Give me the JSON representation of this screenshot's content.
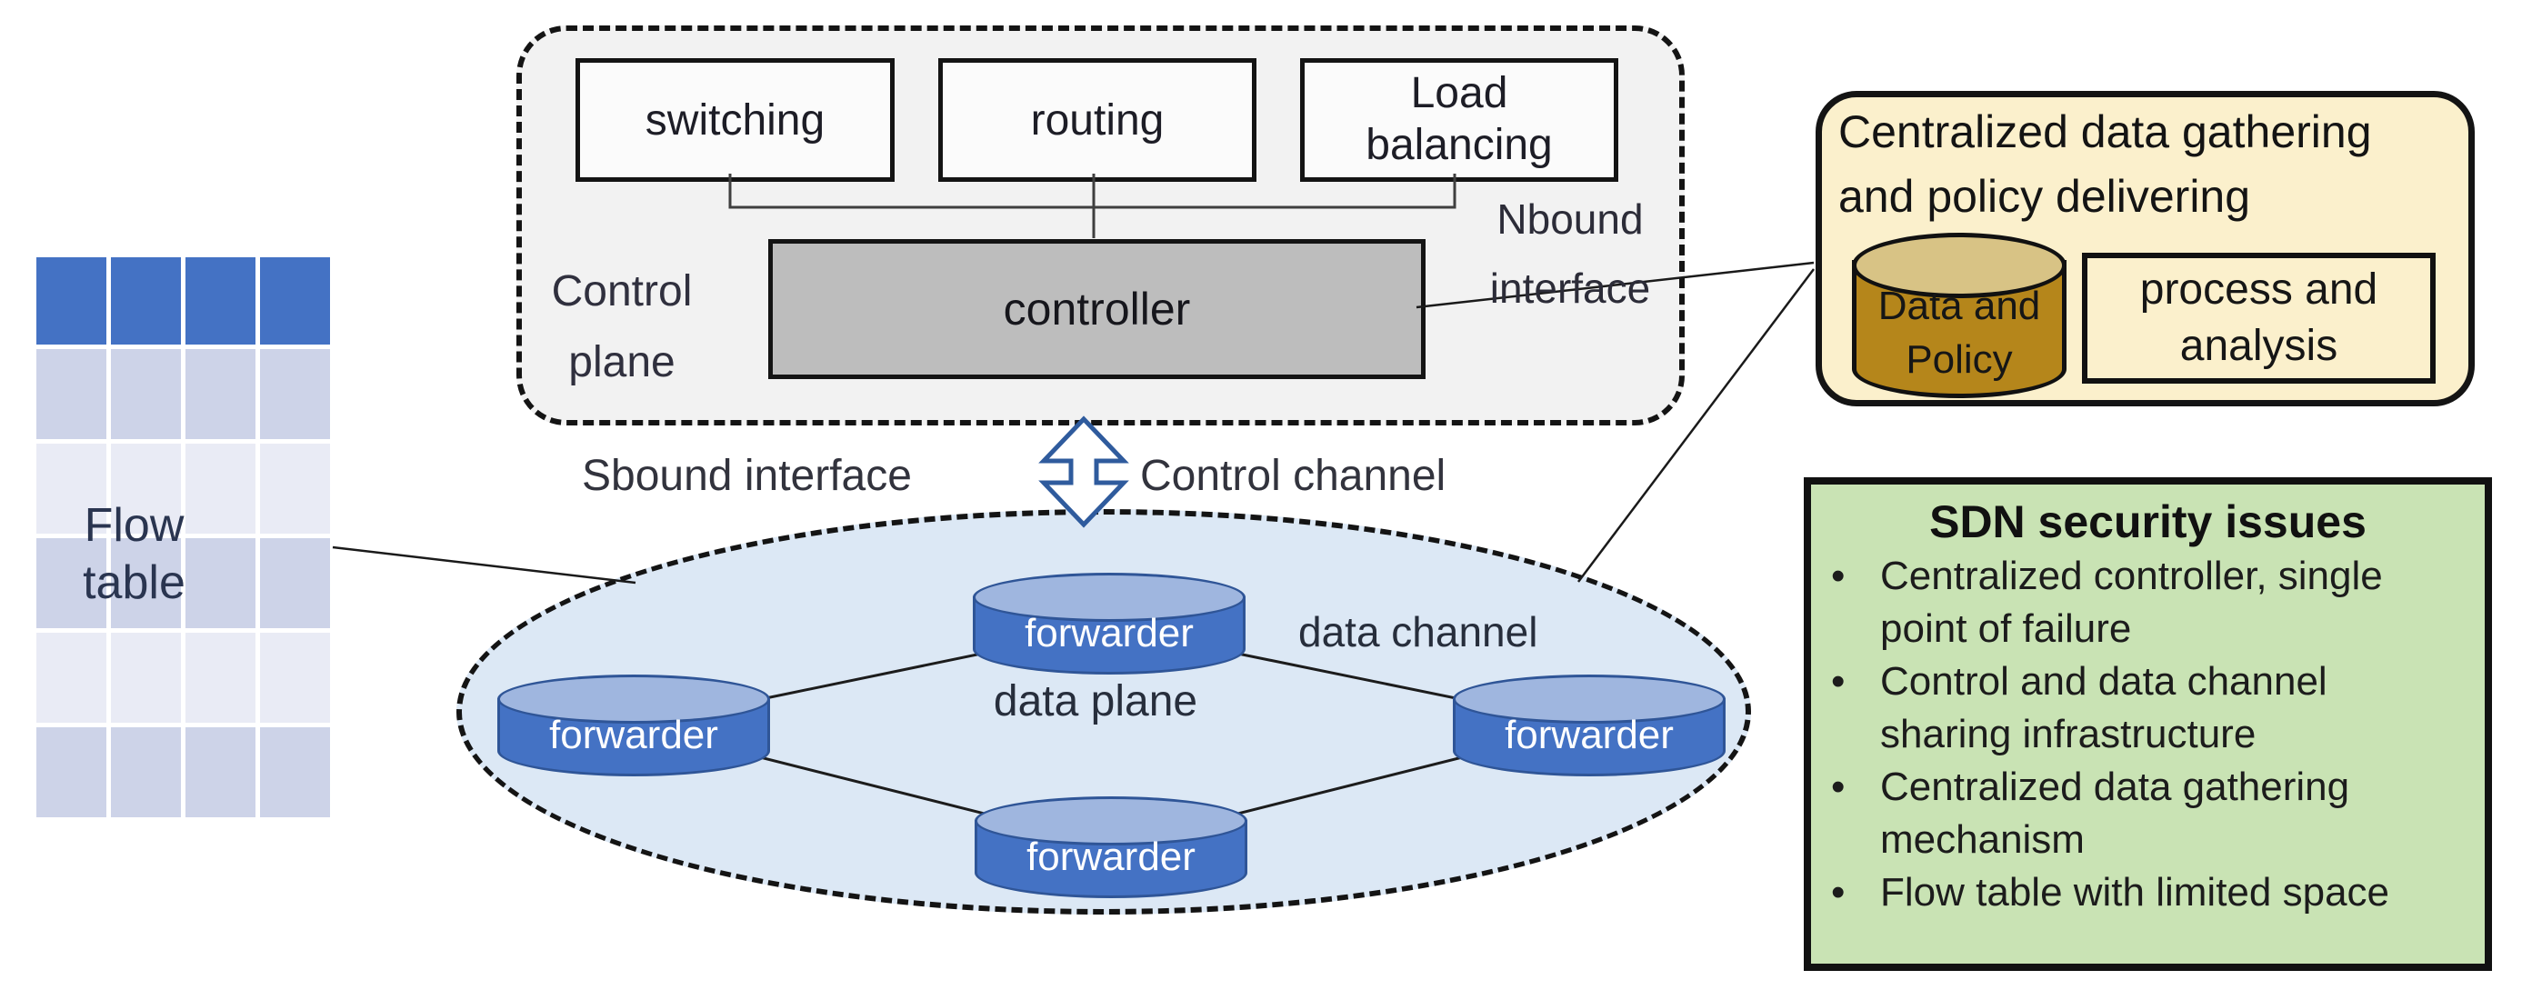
{
  "flow_table": {
    "label": "Flow\ntable",
    "columns": 4,
    "rows": 6
  },
  "control_plane": {
    "label": "Control\nplane",
    "modules": [
      "switching",
      "routing",
      "Load balancing"
    ],
    "controller_label": "controller",
    "nbound_label": "Nbound\ninterface"
  },
  "channel_labels": {
    "sbound": "Sbound interface",
    "control_channel": "Control channel",
    "data_channel": "data channel",
    "data_plane": "data plane"
  },
  "data_plane": {
    "forwarders": [
      "forwarder",
      "forwarder",
      "forwarder",
      "forwarder"
    ]
  },
  "gathering_box": {
    "title": "Centralized data gathering\nand policy delivering",
    "cylinder_label": "Data and\nPolicy",
    "process_label": "process and\nanalysis"
  },
  "security_box": {
    "title": "SDN security issues",
    "bullets": [
      "Centralized controller, single\npoint of failure",
      "Control and data channel\nsharing infrastructure",
      "Centralized data gathering\nmechanism",
      "Flow table with limited space"
    ]
  },
  "colors": {
    "table_header": "#4472C4",
    "table_row_dark": "#CDD3E8",
    "table_row_light": "#E9EBF5",
    "forwarder_body": "#4472C4",
    "forwarder_cap": "#9FB6DF",
    "data_plane_fill": "#DCE8F5",
    "control_plane_fill": "#F2F2F2",
    "controller_fill": "#BDBDBD",
    "gathering_fill": "#FBF0CC",
    "gold_cylinder": "#B5861B",
    "security_fill": "#C9E3B4",
    "arrow_outline": "#2F5B9D"
  }
}
